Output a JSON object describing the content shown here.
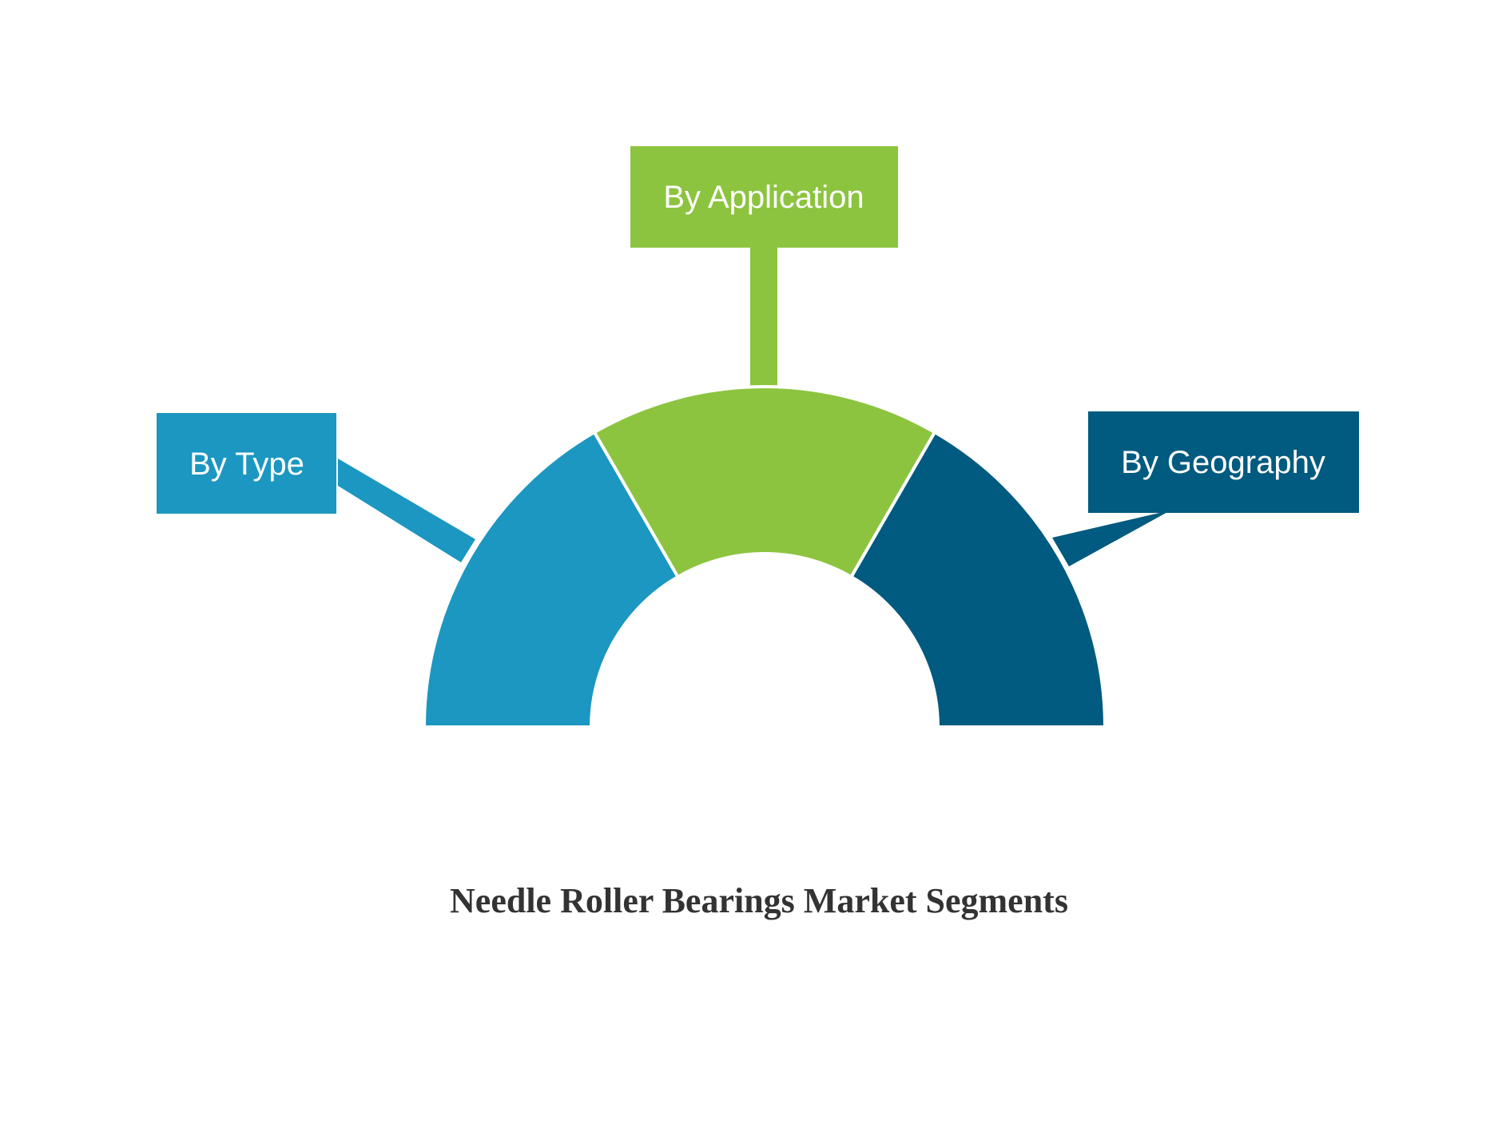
{
  "caption": "Needle Roller Bearings Market Segments",
  "colors": {
    "type": "#1b97c1",
    "application": "#8cc43f",
    "geography": "#015a7f",
    "label_text": "#ffffff",
    "caption_text": "#333333",
    "background": "#ffffff"
  },
  "segments": [
    {
      "key": "type",
      "label": "By Type"
    },
    {
      "key": "application",
      "label": "By Application"
    },
    {
      "key": "geography",
      "label": "By Geography"
    }
  ]
}
